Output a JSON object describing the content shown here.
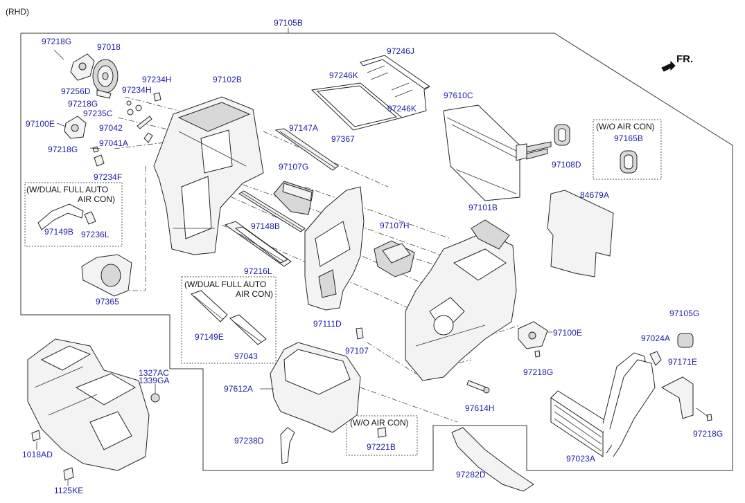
{
  "variant_note": "(RHD)",
  "arrow_label": "FR.",
  "labels": {
    "l97105B": "97105B",
    "l97218G_a": "97218G",
    "l97018": "97018",
    "l97256D": "97256D",
    "l97234H_a": "97234H",
    "l97234H_b": "97234H",
    "l97102B": "97102B",
    "l97218G_b": "97218G",
    "l97235C": "97235C",
    "l97100E_a": "97100E",
    "l97042": "97042",
    "l97041A": "97041A",
    "l97218G_c": "97218G",
    "l97234F": "97234F",
    "l97246J": "97246J",
    "l97246K_a": "97246K",
    "l97246K_b": "97246K",
    "l97367": "97367",
    "l97610C": "97610C",
    "l97108D": "97108D",
    "l97165B": "97165B",
    "l97147A": "97147A",
    "l97107G": "97107G",
    "l97148B": "97148B",
    "l97216L": "97216L",
    "l97101B": "97101B",
    "l84679A": "84679A",
    "l97107H": "97107H",
    "l97149B": "97149B",
    "l97236L": "97236L",
    "l97365": "97365",
    "l97149E": "97149E",
    "l97043": "97043",
    "l97111D": "97111D",
    "l97107": "97107",
    "l97100E_b": "97100E",
    "l97218G_d": "97218G",
    "l97105G": "97105G",
    "l97024A": "97024A",
    "l97171E": "97171E",
    "l97218G_e": "97218G",
    "l1327AC": "1327AC",
    "l1339GA": "1339GA",
    "l1018AD": "1018AD",
    "l1125KE": "1125KE",
    "l97612A": "97612A",
    "l97238D": "97238D",
    "l97221B": "97221B",
    "l97614H": "97614H",
    "l97282D": "97282D",
    "l97023A": "97023A"
  },
  "notes": {
    "wo_air_con_1": "(W/O AIR CON)",
    "wo_air_con_2": "(W/O AIR CON)",
    "dual_1_line1": "(W/DUAL FULL AUTO",
    "dual_1_line2": "AIR CON)",
    "dual_2_line1": "(W/DUAL FULL AUTO",
    "dual_2_line2": "AIR CON)"
  },
  "colors": {
    "label_text": "#1a1aa6",
    "line_art": "#222222"
  }
}
